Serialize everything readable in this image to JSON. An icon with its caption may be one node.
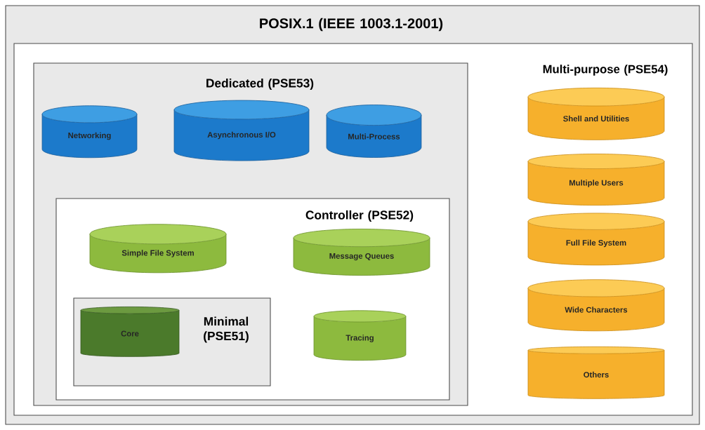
{
  "diagram": {
    "nodes": [
      {
        "text": [
          "POSIX.1 (IEEE 1003.1-2001)"
        ]
      },
      {
        "text": [
          "Multi-purpose (PSE54)"
        ],
        "in": 0
      },
      {
        "text": [
          "Dedicated (PSE53)"
        ],
        "in": 1
      },
      {
        "text": [
          "Networking"
        ],
        "in": 2
      },
      {
        "text": [
          "Asynchronous I/O"
        ],
        "in": 2
      },
      {
        "text": [
          "Multi-Process"
        ],
        "in": 2
      },
      {
        "text": [
          "Controller (PSE52)"
        ],
        "in": 2
      },
      {
        "text": [
          "Simple File System"
        ],
        "in": 6
      },
      {
        "text": [
          "Message Queues"
        ],
        "in": 6
      },
      {
        "text": [
          "Minimal (PSE51)"
        ],
        "in": 6
      },
      {
        "text": [
          "Core"
        ],
        "in": 9
      },
      {
        "text": [
          "Tracing"
        ],
        "in": 6
      },
      {
        "text": [
          "Shell and Utilities"
        ],
        "in": 1
      },
      {
        "text": [
          "Multiple Users"
        ],
        "in": 1
      },
      {
        "text": [
          "Full File System"
        ],
        "in": 1
      },
      {
        "text": [
          "Wide Characters"
        ],
        "in": 1
      },
      {
        "text": [
          "Others"
        ],
        "in": 1
      }
    ]
  }
}
